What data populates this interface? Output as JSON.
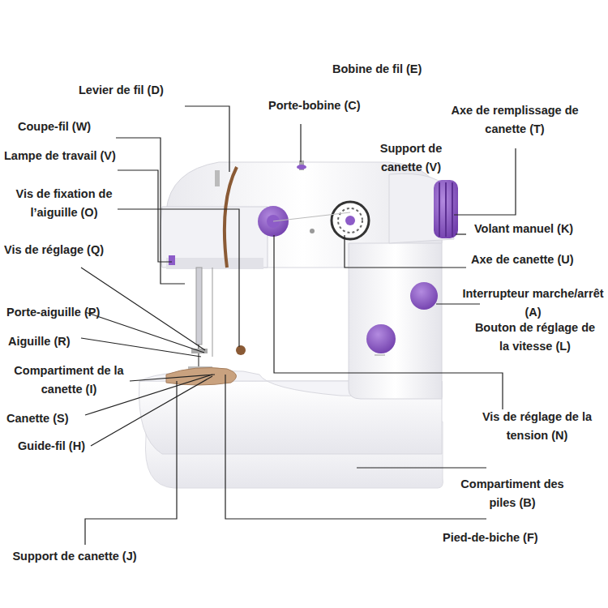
{
  "diagram": {
    "labels": [
      "Bobine de fil (E)",
      "Levier de fil (D)",
      "Porte-bobine (C)",
      "Axe de remplissage de canette (T)",
      "Coupe-fil (W)",
      "Support de canette (V)",
      "Lampe de travail (V)",
      "Vis de fixation de l’aiguille (O)",
      "Volant manuel (K)",
      "Axe de canette (U)",
      "Vis de réglage (Q)",
      "Interrupteur marche/arrêt (A)",
      "Porte-aiguille (P)",
      "Bouton de réglage de la vitesse (L)",
      "Aiguille (R)",
      "Compartiment de la canette (I)",
      "Canette (S)",
      "Vis de réglage de la tension (N)",
      "Guide-fil (H)",
      "Compartiment des piles (B)",
      "Pied-de-biche (F)",
      "Support de canette (J)"
    ]
  }
}
